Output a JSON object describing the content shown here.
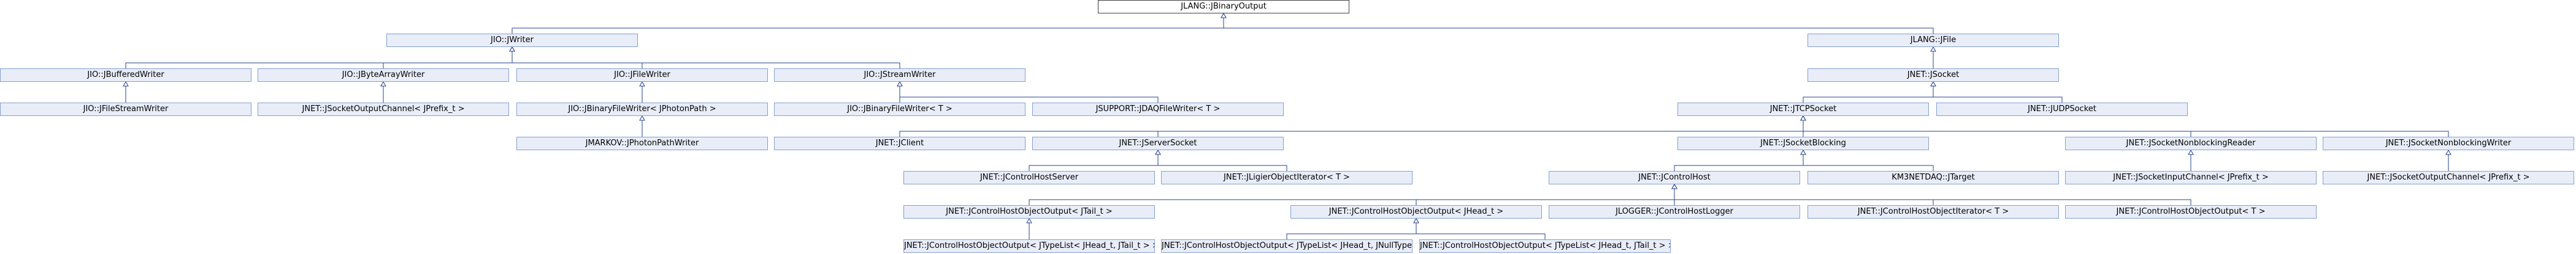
{
  "nodes": [
    {
      "id": "root",
      "label": "JLANG::JBinaryOutput"
    },
    {
      "id": "writer",
      "label": "JIO::JWriter"
    },
    {
      "id": "file",
      "label": "JLANG::JFile"
    },
    {
      "id": "bufw",
      "label": "JIO::JBufferedWriter"
    },
    {
      "id": "bytew",
      "label": "JIO::JByteArrayWriter"
    },
    {
      "id": "filew",
      "label": "JIO::JFileWriter"
    },
    {
      "id": "streamw",
      "label": "JIO::JStreamWriter"
    },
    {
      "id": "socket",
      "label": "JNET::JSocket"
    },
    {
      "id": "fstreamw",
      "label": "JIO::JFileStreamWriter"
    },
    {
      "id": "sockout",
      "label": "JNET::JSocketOutputChannel< JPrefix_t >"
    },
    {
      "id": "binfile_photon",
      "label": "JIO::JBinaryFileWriter< JPhotonPath >"
    },
    {
      "id": "binfile_t",
      "label": "JIO::JBinaryFileWriter< T >"
    },
    {
      "id": "dagfile",
      "label": "JSUPPORT::JDAQFileWriter< T >"
    },
    {
      "id": "tcp",
      "label": "JNET::JTCPSocket"
    },
    {
      "id": "udp",
      "label": "JNET::JUDPSocket"
    },
    {
      "id": "photonw",
      "label": "JMARKOV::JPhotonPathWriter"
    },
    {
      "id": "client",
      "label": "JNET::JClient"
    },
    {
      "id": "server",
      "label": "JNET::JServerSocket"
    },
    {
      "id": "blocking",
      "label": "JNET::JSocketBlocking"
    },
    {
      "id": "nbreader",
      "label": "JNET::JSocketNonblockingReader"
    },
    {
      "id": "nbwriter",
      "label": "JNET::JSocketNonblockingWriter"
    },
    {
      "id": "chserver",
      "label": "JNET::JControlHostServer"
    },
    {
      "id": "ligier",
      "label": "JNET::JLigierObjectIterator< T >"
    },
    {
      "id": "controlhost",
      "label": "JNET::JControlHost"
    },
    {
      "id": "target",
      "label": "KM3NETDAQ::JTarget"
    },
    {
      "id": "sockinch",
      "label": "JNET::JSocketInputChannel< JPrefix_t >"
    },
    {
      "id": "sockoutch",
      "label": "JNET::JSocketOutputChannel< JPrefix_t >"
    },
    {
      "id": "cho_tail",
      "label": "JNET::JControlHostObjectOutput< JTail_t >"
    },
    {
      "id": "cho_head",
      "label": "JNET::JControlHostObjectOutput< JHead_t >"
    },
    {
      "id": "logger",
      "label": "JLOGGER::JControlHostLogger"
    },
    {
      "id": "choiter",
      "label": "JNET::JControlHostObjectIterator< T >"
    },
    {
      "id": "cho_t",
      "label": "JNET::JControlHostObjectOutput< T >"
    },
    {
      "id": "cho_tl_tail",
      "label": "JNET::JControlHostObjectOutput< JTypeList< JHead_t, JTail_t > >"
    },
    {
      "id": "cho_tl_null",
      "label": "JNET::JControlHostObjectOutput< JTypeList< JHead_t, JNullType > >"
    },
    {
      "id": "cho_tl_tail2",
      "label": "JNET::JControlHostObjectOutput< JTypeList< JHead_t, JTail_t > >"
    }
  ],
  "edges": [
    {
      "from": "writer",
      "to": "root"
    },
    {
      "from": "file",
      "to": "root"
    },
    {
      "from": "bufw",
      "to": "writer"
    },
    {
      "from": "bytew",
      "to": "writer"
    },
    {
      "from": "filew",
      "to": "writer"
    },
    {
      "from": "streamw",
      "to": "writer"
    },
    {
      "from": "socket",
      "to": "file"
    },
    {
      "from": "fstreamw",
      "to": "bufw"
    },
    {
      "from": "sockout",
      "to": "bytew"
    },
    {
      "from": "binfile_photon",
      "to": "filew"
    },
    {
      "from": "binfile_t",
      "to": "streamw"
    },
    {
      "from": "dagfile",
      "to": "streamw"
    },
    {
      "from": "tcp",
      "to": "socket"
    },
    {
      "from": "udp",
      "to": "socket"
    },
    {
      "from": "photonw",
      "to": "binfile_photon"
    },
    {
      "from": "client",
      "to": "tcp"
    },
    {
      "from": "server",
      "to": "tcp"
    },
    {
      "from": "blocking",
      "to": "tcp"
    },
    {
      "from": "nbreader",
      "to": "tcp"
    },
    {
      "from": "nbwriter",
      "to": "tcp"
    },
    {
      "from": "chserver",
      "to": "server"
    },
    {
      "from": "ligier",
      "to": "server"
    },
    {
      "from": "controlhost",
      "to": "blocking"
    },
    {
      "from": "target",
      "to": "blocking"
    },
    {
      "from": "sockinch",
      "to": "nbreader"
    },
    {
      "from": "sockoutch",
      "to": "nbwriter"
    },
    {
      "from": "cho_tail",
      "to": "controlhost"
    },
    {
      "from": "cho_head",
      "to": "controlhost"
    },
    {
      "from": "logger",
      "to": "controlhost"
    },
    {
      "from": "choiter",
      "to": "controlhost"
    },
    {
      "from": "cho_t",
      "to": "controlhost"
    },
    {
      "from": "cho_tl_tail",
      "to": "cho_tail"
    },
    {
      "from": "cho_tl_null",
      "to": "cho_head"
    },
    {
      "from": "cho_tl_tail2",
      "to": "cho_head"
    }
  ],
  "colors": {
    "edge": "#25408f",
    "node_fill": "#e8edf8",
    "node_border": "#84a0d0"
  }
}
